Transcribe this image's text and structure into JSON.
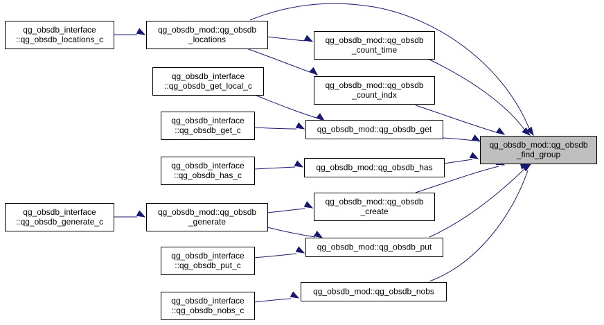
{
  "graph": {
    "nodes": {
      "find_group": [
        "qg_obsdb_mod::qg_obsdb",
        "_find_group"
      ],
      "locations": [
        "qg_obsdb_mod::qg_obsdb",
        "_locations"
      ],
      "locations_c": [
        "qg_obsdb_interface",
        "::qg_obsdb_locations_c"
      ],
      "count_time": [
        "qg_obsdb_mod::qg_obsdb",
        "_count_time"
      ],
      "count_indx": [
        "qg_obsdb_mod::qg_obsdb",
        "_count_indx"
      ],
      "get_local_c": [
        "qg_obsdb_interface",
        "::qg_obsdb_get_local_c"
      ],
      "get": [
        "qg_obsdb_mod::qg_obsdb_get"
      ],
      "get_c": [
        "qg_obsdb_interface",
        "::qg_obsdb_get_c"
      ],
      "has": [
        "qg_obsdb_mod::qg_obsdb_has"
      ],
      "has_c": [
        "qg_obsdb_interface",
        "::qg_obsdb_has_c"
      ],
      "create": [
        "qg_obsdb_mod::qg_obsdb",
        "_create"
      ],
      "generate": [
        "qg_obsdb_mod::qg_obsdb",
        "_generate"
      ],
      "generate_c": [
        "qg_obsdb_interface",
        "::qg_obsdb_generate_c"
      ],
      "put": [
        "qg_obsdb_mod::qg_obsdb_put"
      ],
      "put_c": [
        "qg_obsdb_interface",
        "::qg_obsdb_put_c"
      ],
      "nobs": [
        "qg_obsdb_mod::qg_obsdb_nobs"
      ],
      "nobs_c": [
        "qg_obsdb_interface",
        "::qg_obsdb_nobs_c"
      ]
    },
    "colors": {
      "edge": "#191970",
      "root_fill": "#bfbfbf",
      "node_fill": "#ffffff",
      "node_stroke": "#000000"
    }
  }
}
